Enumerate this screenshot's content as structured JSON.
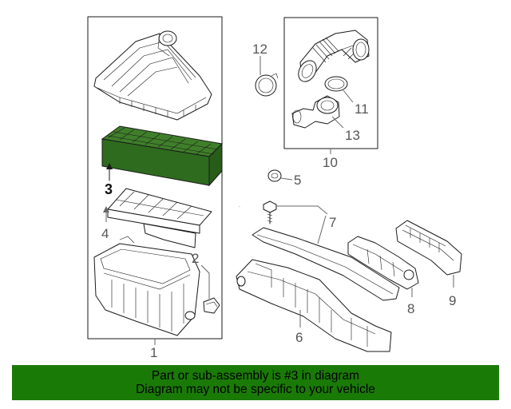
{
  "diagram": {
    "callouts": {
      "c1": "1",
      "c2": "2",
      "c3": "3",
      "c4": "4",
      "c5": "5",
      "c6": "6",
      "c7": "7",
      "c8": "8",
      "c9": "9",
      "c10": "10",
      "c11": "11",
      "c12": "12",
      "c13": "13"
    },
    "highlight_part": "3",
    "highlight_color": "#1a7a06",
    "highlight_part_color": "#2e6b1e"
  },
  "footer": {
    "line1": "Part or sub-assembly is #3 in diagram",
    "line2": "Diagram may not be specific to your vehicle",
    "background": "#1a7a06"
  }
}
